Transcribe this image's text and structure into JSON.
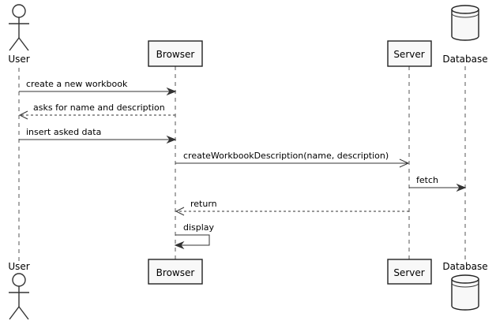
{
  "participants": {
    "user": {
      "label": "User",
      "kind": "actor"
    },
    "browser": {
      "label": "Browser",
      "kind": "participant"
    },
    "server": {
      "label": "Server",
      "kind": "participant"
    },
    "database": {
      "label": "Database",
      "kind": "database"
    }
  },
  "messages": [
    {
      "text": "create a new workbook",
      "from": "User",
      "to": "Browser",
      "style": "solid"
    },
    {
      "text": "asks for name and description",
      "from": "Browser",
      "to": "User",
      "style": "dashed"
    },
    {
      "text": "insert asked data",
      "from": "User",
      "to": "Browser",
      "style": "solid"
    },
    {
      "text": "createWorkbookDescription(name, description)",
      "from": "Browser",
      "to": "Server",
      "style": "solid-open"
    },
    {
      "text": "fetch",
      "from": "Server",
      "to": "Database",
      "style": "solid"
    },
    {
      "text": "return",
      "from": "Server",
      "to": "Browser",
      "style": "dashed"
    },
    {
      "text": "display",
      "from": "Browser",
      "to": "Browser",
      "style": "self"
    }
  ]
}
